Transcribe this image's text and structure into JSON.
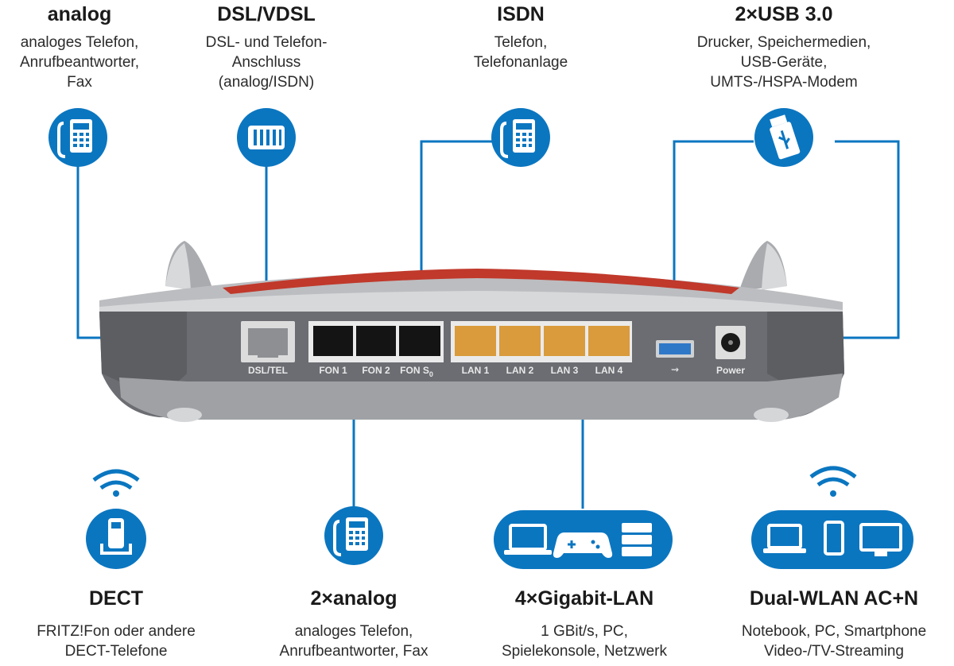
{
  "colors": {
    "accent": "#0b76c0",
    "router_body": "#6b6d72",
    "router_red": "#c0392b",
    "lan_port": "#d99b3c",
    "usb_port": "#2f78c8"
  },
  "top_features": [
    {
      "title": "analog",
      "lines": [
        "analoges Telefon,",
        "Anrufbeantworter,",
        "Fax"
      ],
      "icon": "phone-icon"
    },
    {
      "title": "DSL/VDSL",
      "lines": [
        "DSL- und Telefon-",
        "Anschluss",
        "(analog/ISDN)"
      ],
      "icon": "dsl-port-icon"
    },
    {
      "title": "ISDN",
      "lines": [
        "Telefon,",
        "Telefonanlage"
      ],
      "icon": "phone-icon"
    },
    {
      "title": "2×USB 3.0",
      "lines": [
        "Drucker, Speichermedien,",
        "USB-Geräte,",
        "UMTS-/HSPA-Modem"
      ],
      "icon": "usb-stick-icon"
    }
  ],
  "bottom_features": [
    {
      "title": "DECT",
      "lines": [
        "FRITZ!Fon oder andere",
        "DECT-Telefone"
      ],
      "icon": "dect-phone-icon"
    },
    {
      "title": "2×analog",
      "lines": [
        "analoges Telefon,",
        "Anrufbeantworter, Fax"
      ],
      "icon": "phone-icon"
    },
    {
      "title": "4×Gigabit-LAN",
      "lines": [
        "1 GBit/s, PC,",
        "Spielekonsole, Netzwerk"
      ],
      "icon": "lan-devices-icon"
    },
    {
      "title": "Dual-WLAN AC+N",
      "lines": [
        "Notebook, PC, Smartphone",
        "Video-/TV-Streaming"
      ],
      "icon": "wlan-devices-icon"
    }
  ],
  "ports": {
    "dsl": "DSL/TEL",
    "fon1": "FON 1",
    "fon2": "FON 2",
    "fons0": "FON S",
    "fons0_sub": "0",
    "lan": [
      "LAN 1",
      "LAN 2",
      "LAN 3",
      "LAN 4"
    ],
    "power": "Power"
  }
}
